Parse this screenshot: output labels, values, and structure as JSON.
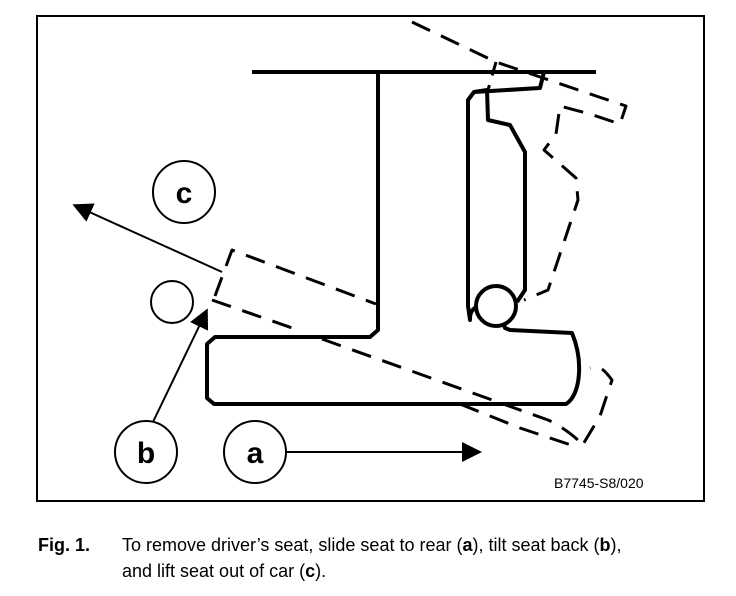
{
  "figure": {
    "labels": {
      "a": "a",
      "b": "b",
      "c": "c"
    },
    "reference": "B7745-S8/020",
    "stroke_color": "#000000",
    "background_color": "#ffffff"
  },
  "caption": {
    "fig_number": "Fig. 1.",
    "line1_pre": "To remove driver’s seat, slide seat to rear (",
    "line1_a": "a",
    "line1_mid": "), tilt seat back (",
    "line1_b": "b",
    "line1_post": "),",
    "line2_pre": "and lift seat out of car (",
    "line2_c": "c",
    "line2_post": ")."
  }
}
